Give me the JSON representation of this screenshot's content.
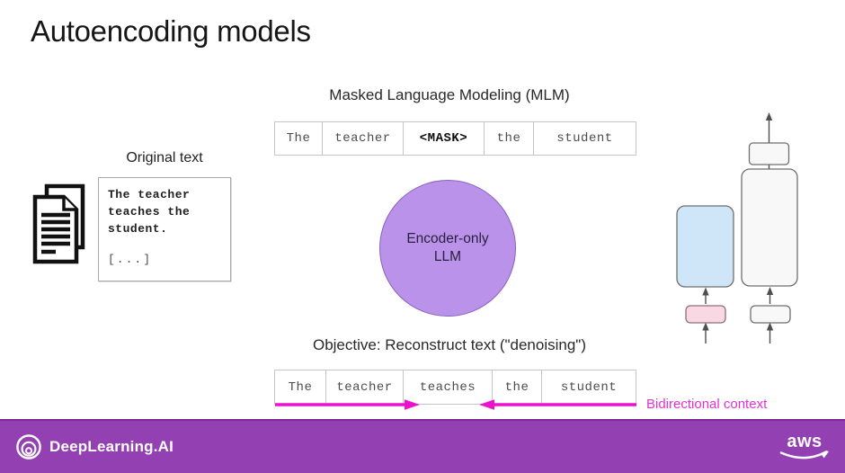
{
  "slide": {
    "title": "Autoencoding models",
    "mlm": {
      "heading": "Masked Language Modeling (MLM)",
      "tokens": [
        "The",
        "teacher",
        "<MASK>",
        "the",
        "student"
      ]
    },
    "original_text": {
      "label": "Original text",
      "lines": [
        "The teacher",
        "teaches the",
        "student."
      ],
      "ellipsis": "[...]"
    },
    "model": {
      "line1": "Encoder-only",
      "line2": "LLM"
    },
    "objective": {
      "heading": "Objective: Reconstruct text (\"denoising\")",
      "tokens": [
        "The",
        "teacher",
        "teaches",
        "the",
        "student"
      ]
    },
    "bidirectional_label": "Bidirectional context",
    "footer": {
      "brand": "DeepLearning.AI",
      "aws_label": "aws"
    },
    "colors": {
      "accent_magenta": "#e331d4",
      "arrow_magenta": "#ea12cd",
      "circle_purple": "#bb92e9",
      "footer_purple": "#9340b2",
      "encoder_blue": "#cfe5f8",
      "embedding_pink": "#f8d9e3",
      "diagram_gray": "#f8f8f8"
    }
  }
}
